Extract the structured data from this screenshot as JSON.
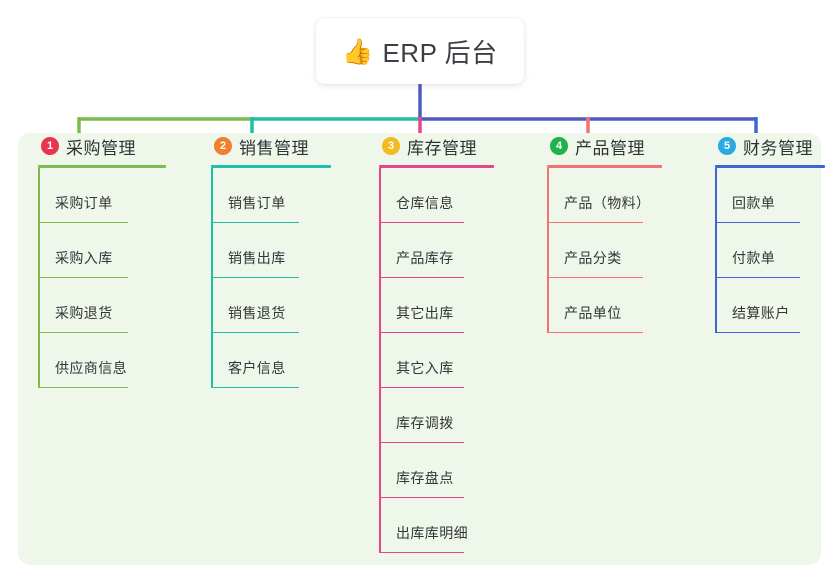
{
  "root": {
    "icon": "thumbs-up-icon",
    "icon_glyph": "👍",
    "title": "ERP 后台"
  },
  "diagram": {
    "background_color": "#eef7e9",
    "canvas_color": "#ffffff"
  },
  "connectors": {
    "trunk_color": "#4f5bc4",
    "bus_segments": [
      {
        "name": "bus-green",
        "color": "#7dba4f"
      },
      {
        "name": "bus-teal",
        "color": "#1fbfa8"
      },
      {
        "name": "bus-blue",
        "color": "#4f5bc4"
      }
    ]
  },
  "columns": [
    {
      "index": "1",
      "title": "采购管理",
      "badge_color": "#e8354e",
      "line_color": "#7dba4f",
      "items": [
        {
          "label": "采购订单"
        },
        {
          "label": "采购入库"
        },
        {
          "label": "采购退货"
        },
        {
          "label": "供应商信息"
        }
      ]
    },
    {
      "index": "2",
      "title": "销售管理",
      "badge_color": "#f0802f",
      "line_color": "#1fbfa8",
      "items": [
        {
          "label": "销售订单"
        },
        {
          "label": "销售出库"
        },
        {
          "label": "销售退货"
        },
        {
          "label": "客户信息"
        }
      ]
    },
    {
      "index": "3",
      "title": "库存管理",
      "badge_color": "#f5b921",
      "line_color": "#e4478c",
      "items": [
        {
          "label": "仓库信息"
        },
        {
          "label": "产品库存"
        },
        {
          "label": "其它出库"
        },
        {
          "label": "其它入库"
        },
        {
          "label": "库存调拨"
        },
        {
          "label": "库存盘点"
        },
        {
          "label": "出库库明细"
        }
      ]
    },
    {
      "index": "4",
      "title": "产品管理",
      "badge_color": "#21b24b",
      "line_color": "#f4726f",
      "items": [
        {
          "label": "产品（物料）"
        },
        {
          "label": "产品分类"
        },
        {
          "label": "产品单位"
        }
      ]
    },
    {
      "index": "5",
      "title": "财务管理",
      "badge_color": "#29aae1",
      "line_color": "#3f65d4",
      "items": [
        {
          "label": "回款单"
        },
        {
          "label": "付款单"
        },
        {
          "label": "结算账户"
        }
      ]
    }
  ]
}
